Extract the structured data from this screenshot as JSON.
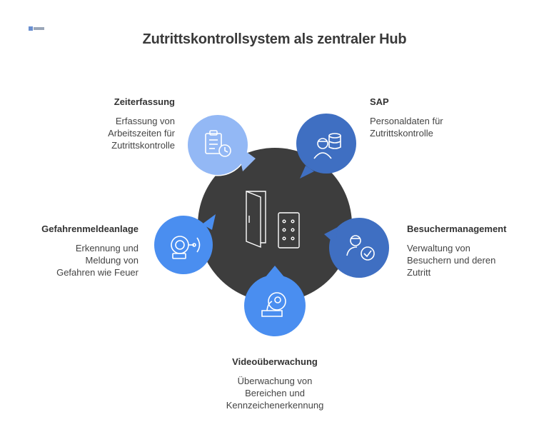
{
  "title": "Zutrittskontrollsystem als zentraler Hub",
  "nodes": {
    "zeiterfassung": {
      "title": "Zeiterfassung",
      "desc": "Erfassung von\nArbeitszeiten für\nZutrittskontrolle",
      "color": "#93b8f5",
      "icon": "clipboard-clock-icon"
    },
    "sap": {
      "title": "SAP",
      "desc": "Personaldaten für\nZutrittskontrolle",
      "color": "#3f6fc2",
      "icon": "user-database-icon"
    },
    "gefahrenmeldeanlage": {
      "title": "Gefahrenmeldeanlage",
      "desc": "Erkennung und\nMeldung von\nGefahren wie Feuer",
      "color": "#4a8ef0",
      "icon": "alarm-bell-icon"
    },
    "besuchermanagement": {
      "title": "Besuchermanagement",
      "desc": "Verwaltung von\nBesuchern und deren\nZutritt",
      "color": "#3f6fc2",
      "icon": "visitor-check-icon"
    },
    "videoueberwachung": {
      "title": "Videoüberwachung",
      "desc": "Überwachung von\nBereichen und\nKennzeichenerkennung",
      "color": "#4a8ef0",
      "icon": "camera-icon"
    }
  },
  "hub": {
    "color": "#3d3d3d",
    "icon": "door-keypad-icon"
  }
}
